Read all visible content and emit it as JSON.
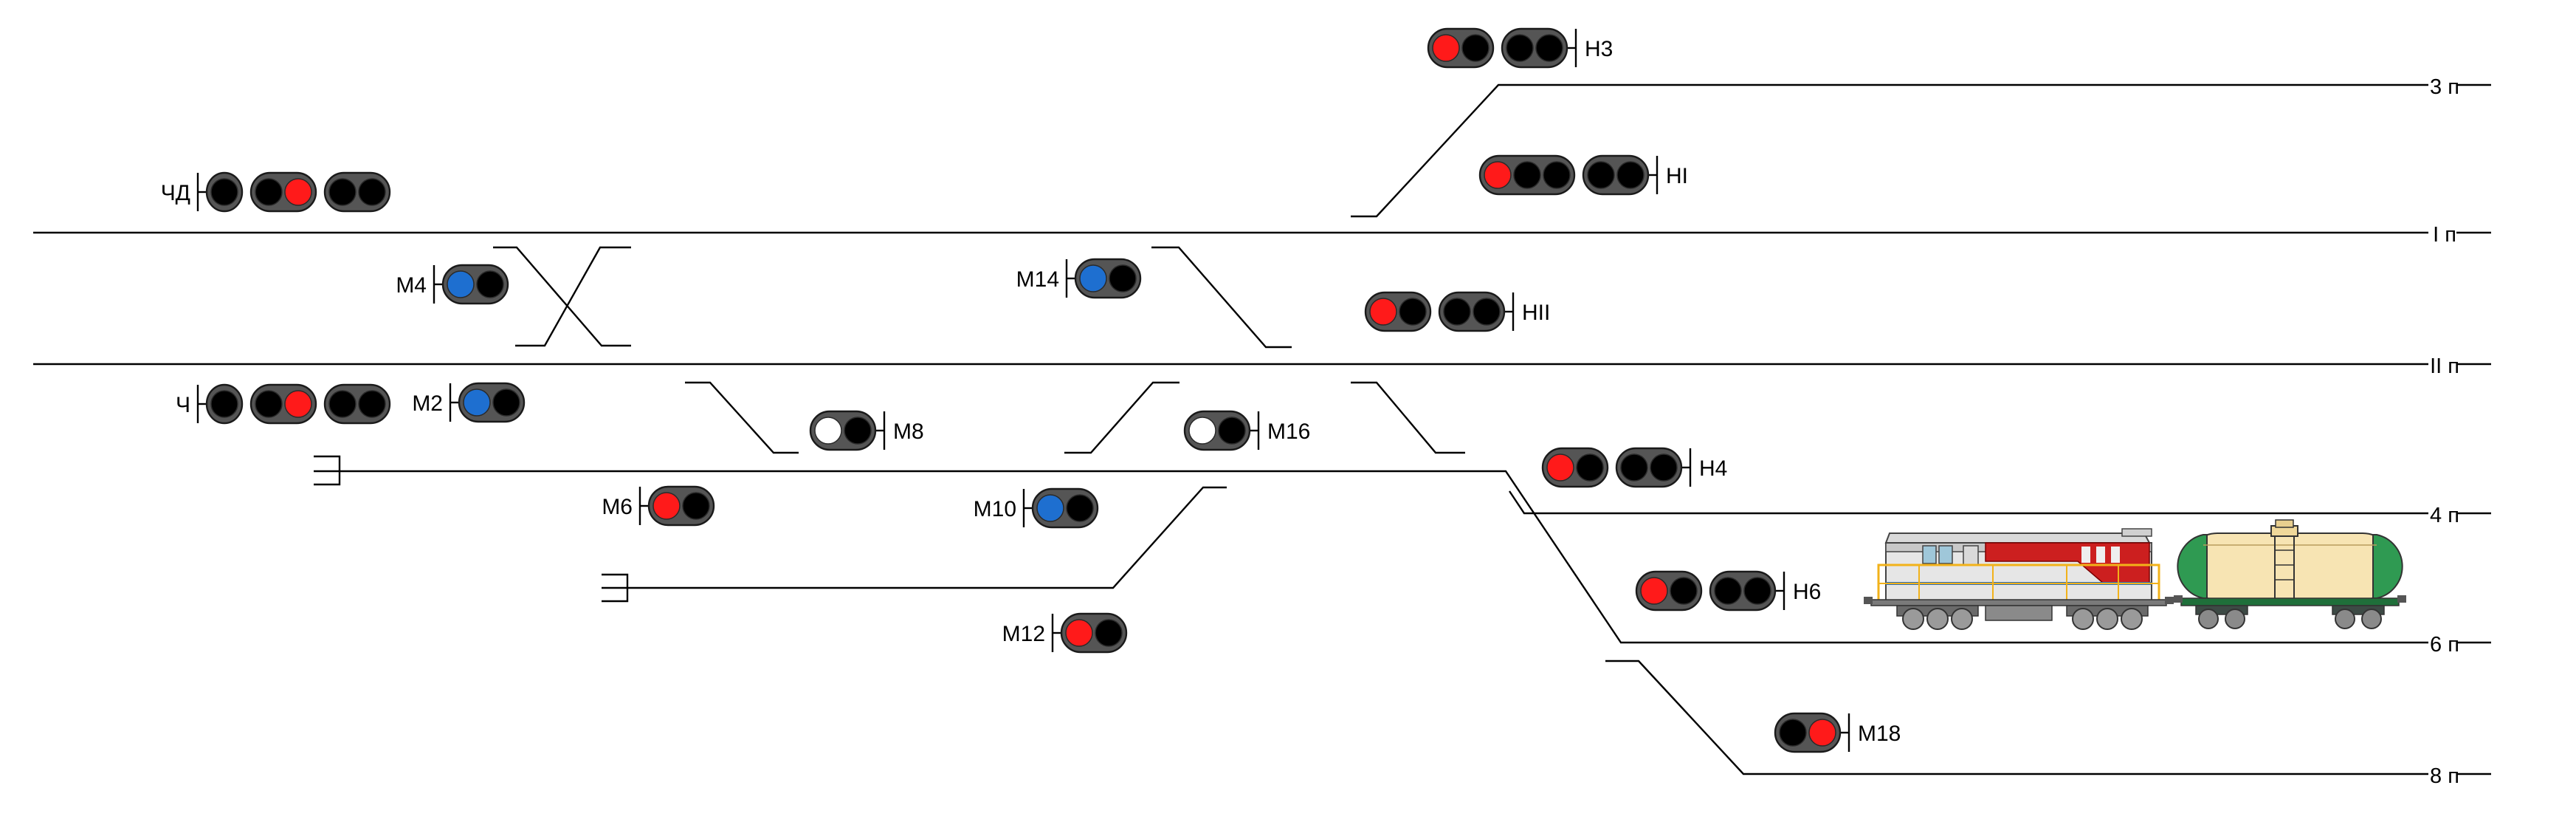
{
  "colors": {
    "background": "#ffffff",
    "track": "#000000",
    "housing": "#555555",
    "lamp_off": "#000000",
    "lamp_red": "#ff1a1a",
    "lamp_blue": "#1e6fd0",
    "lamp_white": "#ffffff"
  },
  "tracks": [
    {
      "label": "3 п"
    },
    {
      "label": "I п"
    },
    {
      "label": "II п"
    },
    {
      "label": "4 п"
    },
    {
      "label": "6 п"
    },
    {
      "label": "8 п"
    }
  ],
  "signals": [
    {
      "name": "Н3",
      "heads": [
        [
          "off",
          "off"
        ],
        [
          "red",
          "off"
        ]
      ]
    },
    {
      "name": "НI",
      "heads": [
        [
          "off",
          "off"
        ],
        [
          "red",
          "off",
          "off"
        ]
      ]
    },
    {
      "name": "ЧД",
      "heads": [
        [
          "off"
        ],
        [
          "off",
          "red"
        ],
        [
          "off",
          "off"
        ]
      ]
    },
    {
      "name": "НII",
      "heads": [
        [
          "off",
          "off"
        ],
        [
          "red",
          "off"
        ]
      ]
    },
    {
      "name": "М4",
      "heads": [
        [
          "blue",
          "off"
        ]
      ]
    },
    {
      "name": "М14",
      "heads": [
        [
          "blue",
          "off"
        ]
      ]
    },
    {
      "name": "Ч",
      "heads": [
        [
          "off"
        ],
        [
          "off",
          "red"
        ],
        [
          "off",
          "off"
        ]
      ]
    },
    {
      "name": "М2",
      "heads": [
        [
          "blue",
          "off"
        ]
      ]
    },
    {
      "name": "М8",
      "heads": [
        [
          "white",
          "off"
        ]
      ]
    },
    {
      "name": "М16",
      "heads": [
        [
          "white",
          "off"
        ]
      ]
    },
    {
      "name": "Н4",
      "heads": [
        [
          "off",
          "off"
        ],
        [
          "red",
          "off"
        ]
      ]
    },
    {
      "name": "М6",
      "heads": [
        [
          "red",
          "off"
        ]
      ]
    },
    {
      "name": "М10",
      "heads": [
        [
          "blue",
          "off"
        ]
      ]
    },
    {
      "name": "Н6",
      "heads": [
        [
          "off",
          "off"
        ],
        [
          "red",
          "off"
        ]
      ]
    },
    {
      "name": "М12",
      "heads": [
        [
          "red",
          "off"
        ]
      ]
    },
    {
      "name": "М18",
      "heads": [
        [
          "off",
          "red"
        ]
      ]
    }
  ],
  "rolling_stock": [
    "locomotive-icon",
    "tank-wagon-icon"
  ]
}
